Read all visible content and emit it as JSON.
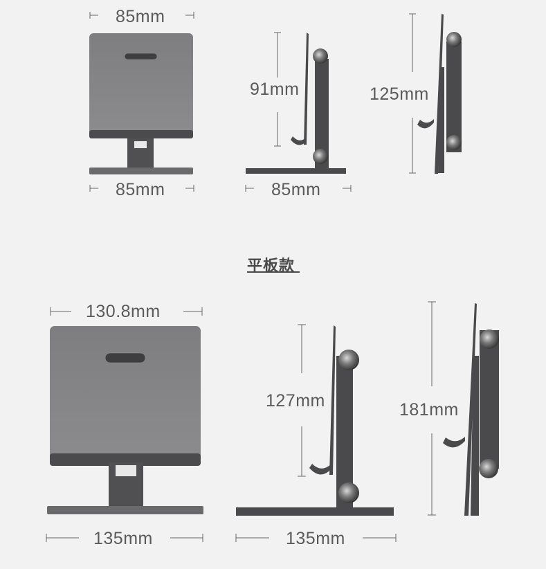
{
  "section_title": "平板款",
  "phone_model": {
    "front": {
      "top_width": "85mm",
      "base_width": "85mm"
    },
    "side_open": {
      "height": "91mm",
      "base_width": "85mm"
    },
    "side_folded": {
      "height": "125mm"
    }
  },
  "tablet_model": {
    "front": {
      "top_width": "130.8mm",
      "base_width": "135mm"
    },
    "side_open": {
      "height": "127mm",
      "base_width": "135mm"
    },
    "side_folded": {
      "height": "181mm"
    }
  },
  "colors": {
    "background": "#f2f2f2",
    "metal_face": "#8a8a8a",
    "metal_dark": "#4a4a4c",
    "text": "#5a5a5a"
  }
}
